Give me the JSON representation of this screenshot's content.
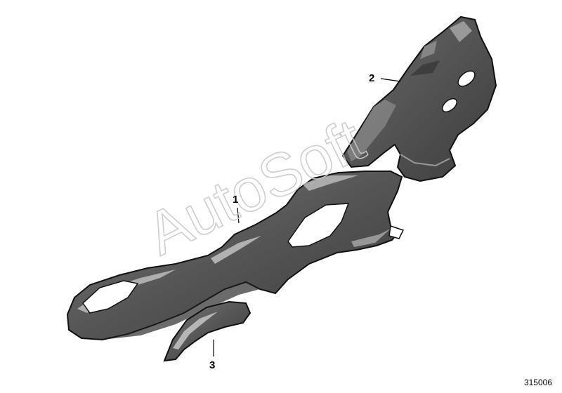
{
  "diagram": {
    "callouts": [
      {
        "id": "1",
        "label": "1"
      },
      {
        "id": "2",
        "label": "2"
      },
      {
        "id": "3",
        "label": "3"
      }
    ],
    "code": "315006",
    "watermark": "AutoSoft"
  },
  "colors": {
    "part_fill": "#5e5e5e",
    "part_dark": "#353535",
    "part_highlight": "#cfcfcf",
    "outline": "#111111",
    "background": "#ffffff"
  }
}
